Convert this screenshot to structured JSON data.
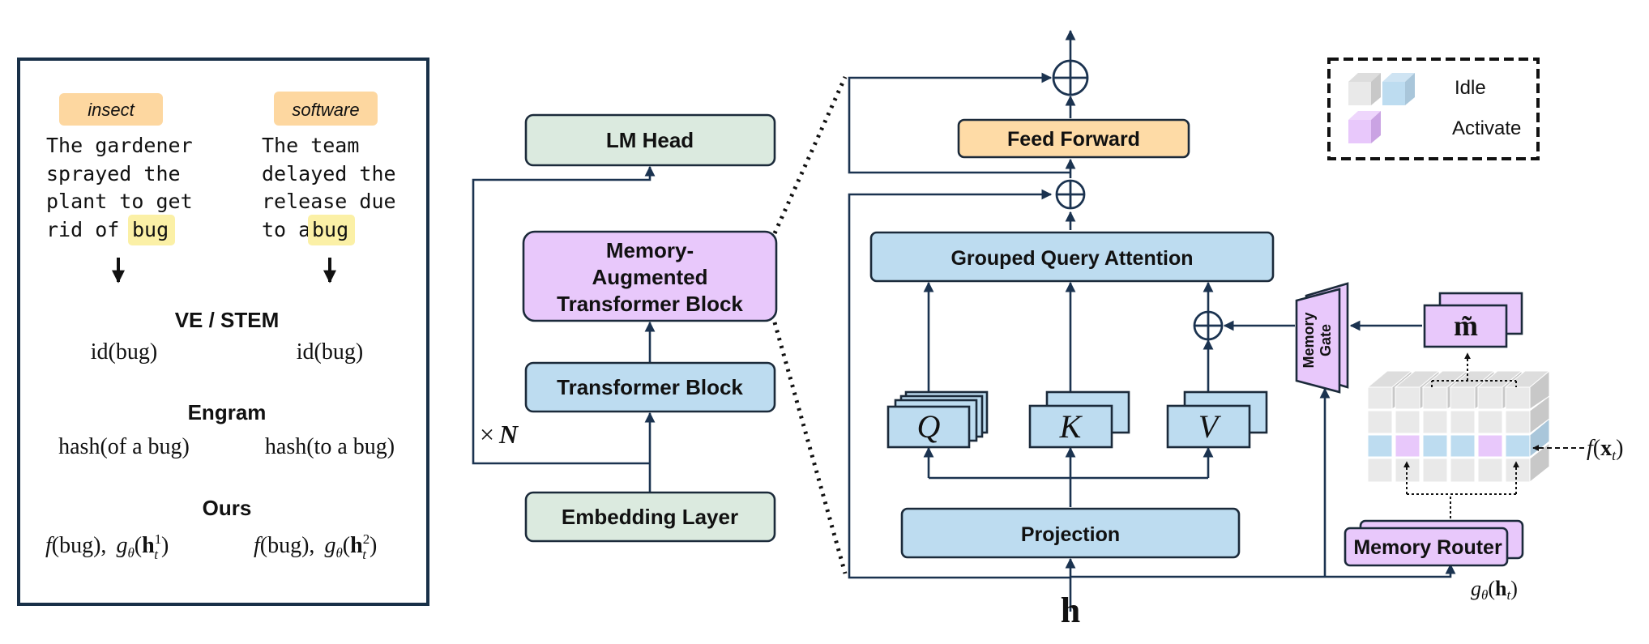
{
  "left_panel": {
    "tag_left": "insect",
    "tag_right": "software",
    "sentence_left": [
      "The gardener",
      "sprayed the",
      "plant to get",
      "rid of a"
    ],
    "sentence_right": [
      "The team",
      "delayed the",
      "release due",
      "to a"
    ],
    "highlight_word": "bug",
    "section_ve_title": "VE / STEM",
    "ve_left": "id(bug)",
    "ve_right": "id(bug)",
    "section_engram_title": "Engram",
    "engram_left": "hash(of a bug)",
    "engram_right": "hash(to a bug)",
    "section_ours_title": "Ours",
    "ours_left": {
      "f": "f",
      "arg": "(bug),",
      "g": "g",
      "theta": "θ",
      "h": "h",
      "sup": "1",
      "sub": "t"
    },
    "ours_right": {
      "f": "f",
      "arg": "(bug),",
      "g": "g",
      "theta": "θ",
      "h": "h",
      "sup": "2",
      "sub": "t"
    }
  },
  "stack": {
    "lm_head": "LM Head",
    "memory_block": [
      "Memory-",
      "Augmented",
      "Transformer Block"
    ],
    "transformer_block": "Transformer Block",
    "embedding_layer": "Embedding Layer",
    "repeat_times": "×",
    "repeat_n": "N"
  },
  "detail": {
    "feed_forward": "Feed Forward",
    "gqa": "Grouped Query Attention",
    "q": "Q",
    "k": "K",
    "v": "V",
    "projection": "Projection",
    "input": "h",
    "memory_gate": [
      "Memory",
      "Gate"
    ],
    "memory_vector": "m̃",
    "memory_router": "Memory Router",
    "f_label": {
      "f": "f",
      "open": "(",
      "x": "x",
      "sub": "t",
      "close": ")"
    },
    "g_label": {
      "g": "g",
      "theta": "θ",
      "open": "(",
      "h": "h",
      "sub": "t",
      "close": ")"
    }
  },
  "legend": {
    "idle": "Idle",
    "activate": "Activate"
  },
  "colors": {
    "tag_orange": "#fdd7a0",
    "highlight_yellow": "#fbf0a6",
    "green_box": "#dbeadf",
    "purple_box": "#e8c8fb",
    "blue_box": "#bddcf0",
    "orange_box": "#fedba6",
    "line": "#1b3350"
  }
}
